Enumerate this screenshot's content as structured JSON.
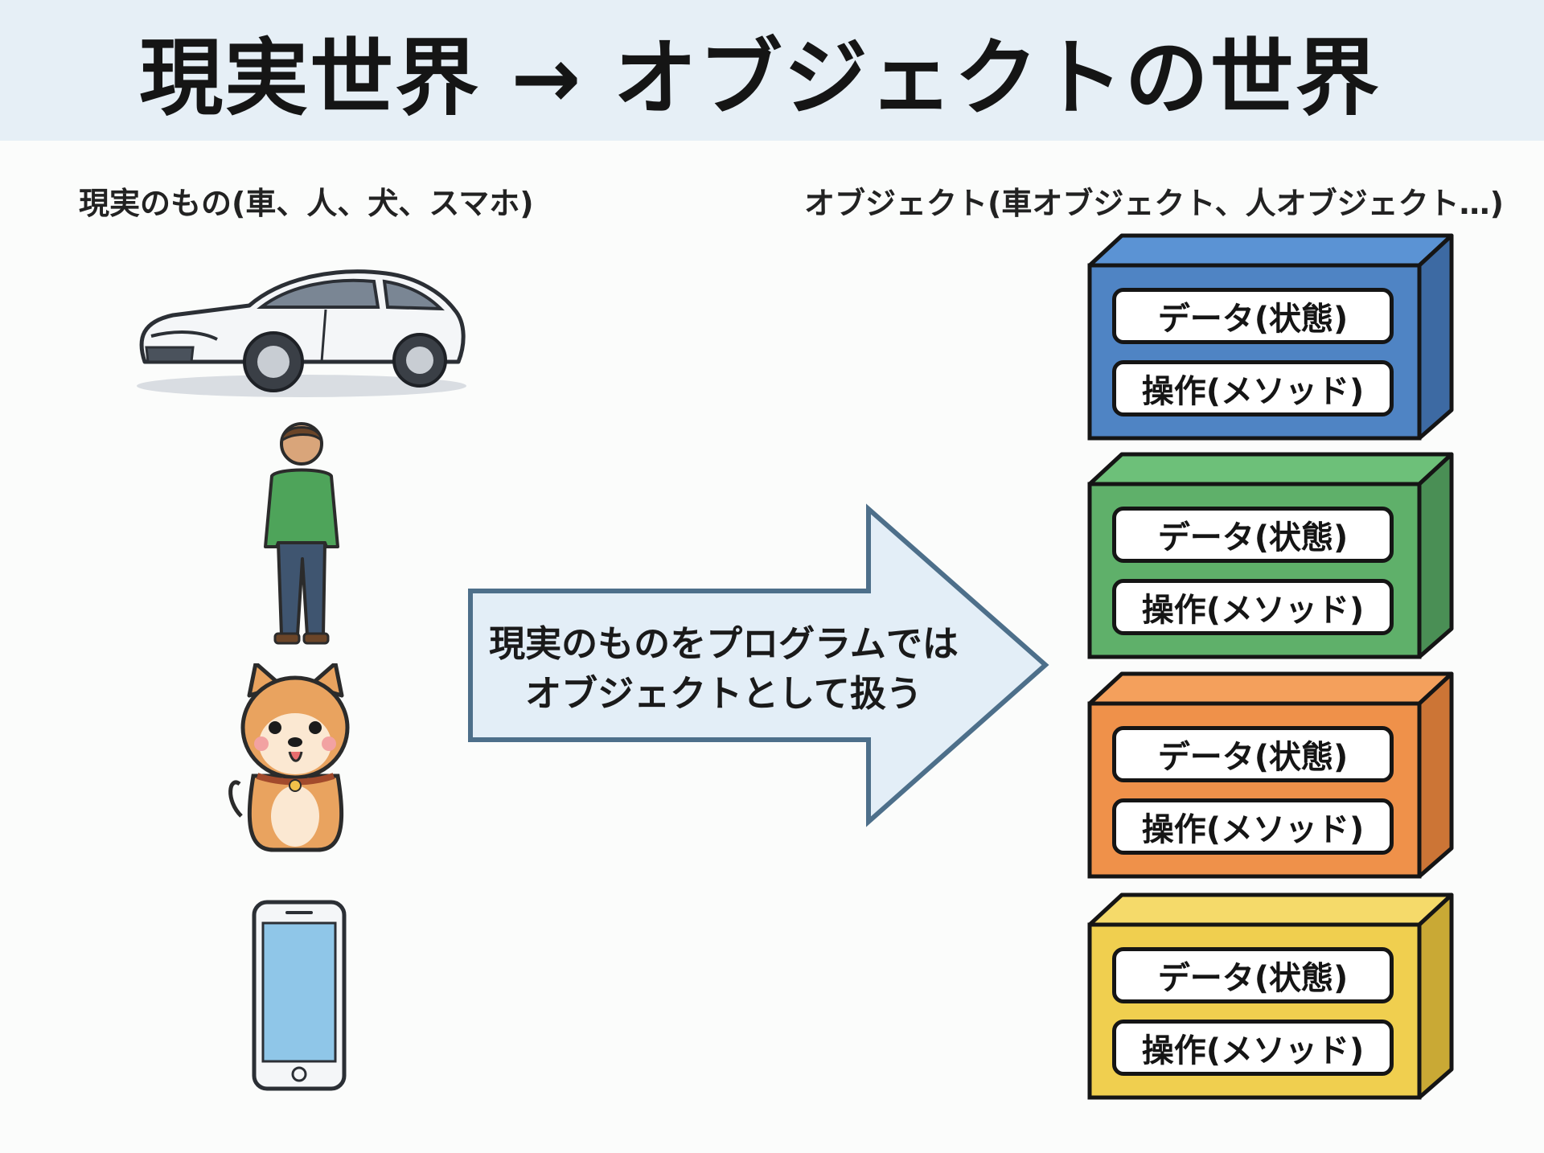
{
  "title": "現実世界 → オブジェクトの世界",
  "left_heading": "現実のもの(車、人、犬、スマホ)",
  "right_heading": "オブジェクト(車オブジェクト、人オブジェクト…)",
  "arrow_text": {
    "line1": "現実のものをプログラムでは",
    "line2": "オブジェクトとして扱う"
  },
  "objects": [
    {
      "color": "#4f84c4",
      "side": "#3d6aa3",
      "top": "#5b93d4",
      "data_label": "データ(状態)",
      "method_label": "操作(メソッド)"
    },
    {
      "color": "#5fb06a",
      "side": "#4a8f55",
      "top": "#6dc079",
      "data_label": "データ(状態)",
      "method_label": "操作(メソッド)"
    },
    {
      "color": "#ef914a",
      "side": "#cc7536",
      "top": "#f4a05c",
      "data_label": "データ(状態)",
      "method_label": "操作(メソッド)"
    },
    {
      "color": "#f0cf4f",
      "side": "#c9a935",
      "top": "#f5da6a",
      "data_label": "データ(状態)",
      "method_label": "操作(メソッド)"
    }
  ],
  "colors": {
    "header_bg": "#e6eff6",
    "arrow_fill": "#e3eef7",
    "arrow_stroke": "#4d6f8a"
  },
  "icons": [
    "car-icon",
    "person-icon",
    "dog-icon",
    "smartphone-icon"
  ]
}
